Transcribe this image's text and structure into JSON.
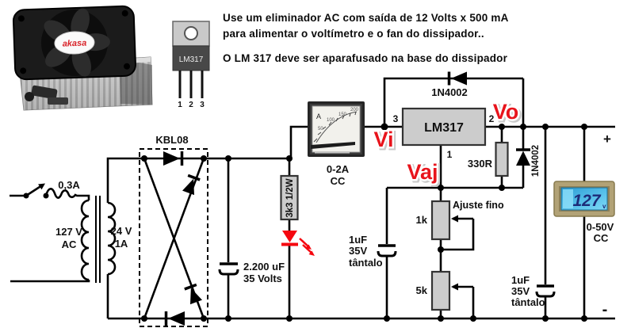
{
  "notes": {
    "paragraph1": "Use um eliminador AC com saída de 12 Volts x 500 mA\npara alimentar o voltímetro e o fan do dissipador..",
    "paragraph2": "O LM 317 deve ser aparafusado na base do dissipador"
  },
  "fan": {
    "brand": "akasa"
  },
  "package": {
    "part": "LM317",
    "pins": [
      "1",
      "2",
      "3"
    ]
  },
  "circuit": {
    "fuse_label": "0,3A",
    "primary_voltage": "127 V",
    "primary_type": "AC",
    "secondary_voltage": "24 V",
    "secondary_current": "1A",
    "bridge_label": "KBL08",
    "filter_cap_value": "2.200 uF",
    "filter_cap_voltage": "35 Volts",
    "led_resistor": "3k3 1/2W",
    "ammeter": {
      "unit": "A",
      "scale": [
        "50",
        "100",
        "150",
        "200"
      ],
      "range": "0-2A",
      "mode": "CC"
    },
    "regulator": "LM317",
    "pin_in": "3",
    "pin_out": "2",
    "pin_adj": "1",
    "label_in": "Vi",
    "label_out": "Vo",
    "label_adj": "Vaj",
    "diode_feedback": "1N4002",
    "diode_output": "1N4002",
    "resistor_adj": "330R",
    "fine_adjust": "Ajuste fino",
    "pot_fine": "1k",
    "pot_coarse": "5k",
    "adj_cap": {
      "l1": "1uF",
      "l2": "35V",
      "l3": "tântalo"
    },
    "out_cap": {
      "l1": "1uF",
      "l2": "35V",
      "l3": "tântalo"
    },
    "voltmeter": {
      "reading": "127",
      "unit": "v",
      "range": "0-50V",
      "mode": "CC"
    },
    "output_plus": "+",
    "output_minus": "-"
  },
  "colors": {
    "accent_red": "#e8141c",
    "lcd_blue": "#3fb3e6",
    "meter_frame": "#b2a276"
  }
}
